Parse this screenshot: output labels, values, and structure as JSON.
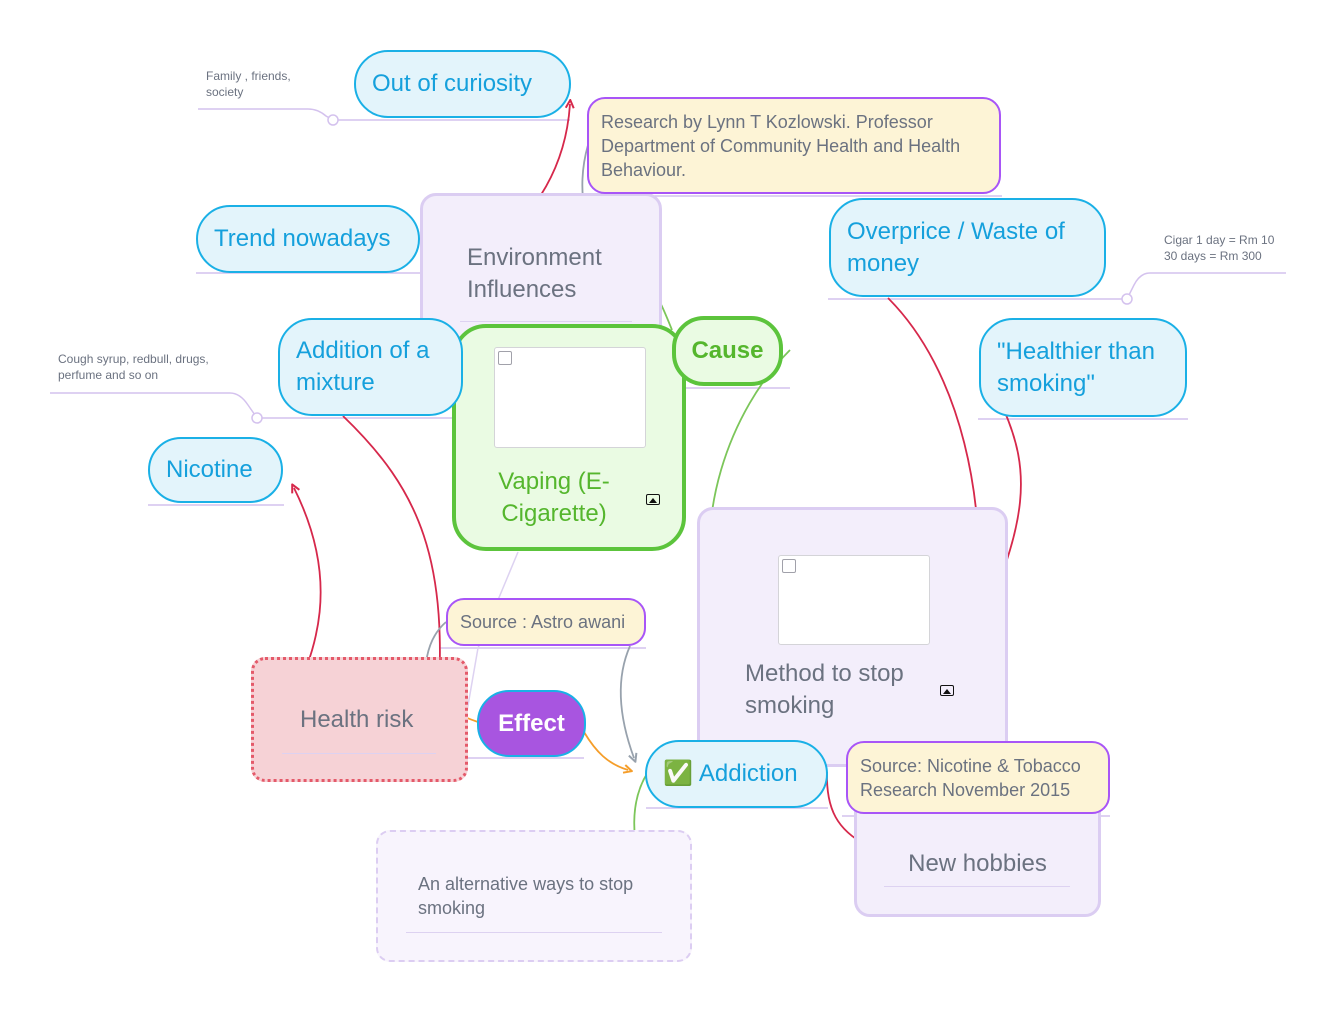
{
  "colors": {
    "topic_blue": "#1ab0e6",
    "central_green": "#5cc43c",
    "effect_purple": "#a855f7",
    "note_fill": "#fdf4d6",
    "arrow_red": "#d6284b",
    "arrow_green": "#7cc65a",
    "arrow_gray": "#98a2ad",
    "arrow_orange": "#f59e2a",
    "health_red": "#e45a6a"
  },
  "central": {
    "label": "Vaping (E-Cigarette)",
    "image_icon": "image-icon"
  },
  "cause": {
    "label": "Cause"
  },
  "effect": {
    "label": "Effect"
  },
  "environment": {
    "label": "Environment Influences"
  },
  "curiosity": {
    "label": "Out of curiosity"
  },
  "trend": {
    "label": "Trend nowadays"
  },
  "mixture": {
    "label": "Addition of a mixture"
  },
  "nicotine": {
    "label": "Nicotine"
  },
  "overprice": {
    "label": "Overprice / Waste of money"
  },
  "healthier": {
    "label": "\"Healthier than smoking\""
  },
  "method": {
    "label": "Method to stop smoking",
    "image_icon": "image-icon"
  },
  "health_risk": {
    "label": "Health risk"
  },
  "addiction": {
    "label": "Addiction",
    "icon": "✅"
  },
  "new_hobbies": {
    "label": "New hobbies"
  },
  "alternative": {
    "label": "An alternative ways to stop smoking"
  },
  "notes": {
    "research": "Research by Lynn T Kozlowski. Professor Department of Community Health and Health Behaviour.",
    "astro": "Source : Astro awani",
    "nicotine_research": "Source: Nicotine & Tobacco Research November 2015"
  },
  "small_notes": {
    "family": "Family , friends, society",
    "cough": "Cough syrup, redbull, drugs, perfume and so on",
    "cigar_line1": "Cigar 1 day = Rm 10",
    "cigar_line2": "30 days = Rm 300"
  }
}
